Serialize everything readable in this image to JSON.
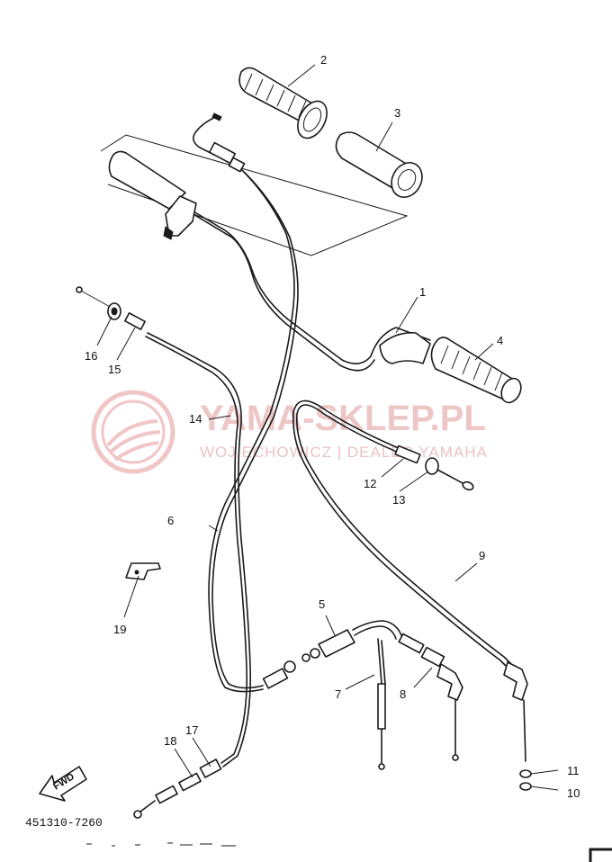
{
  "watermark": {
    "title": "YAMA-SKLEP.PL",
    "subtitle": "WOJ.ECHOWICZ | DEALER YAMAHA"
  },
  "drawing_code": "451310-7260",
  "direction_marker": "FWD",
  "callouts": {
    "1": "1",
    "2": "2",
    "3": "3",
    "4": "4",
    "5": "5",
    "6": "6",
    "7": "7",
    "8": "8",
    "9": "9",
    "10": "10",
    "11": "11",
    "12": "12",
    "13": "13",
    "14": "14",
    "15": "15",
    "16": "16",
    "17": "17",
    "18": "18",
    "19": "19"
  },
  "colors": {
    "line": "#1a1a1a",
    "watermark": "#e8b3b3",
    "background": "#ffffff"
  }
}
